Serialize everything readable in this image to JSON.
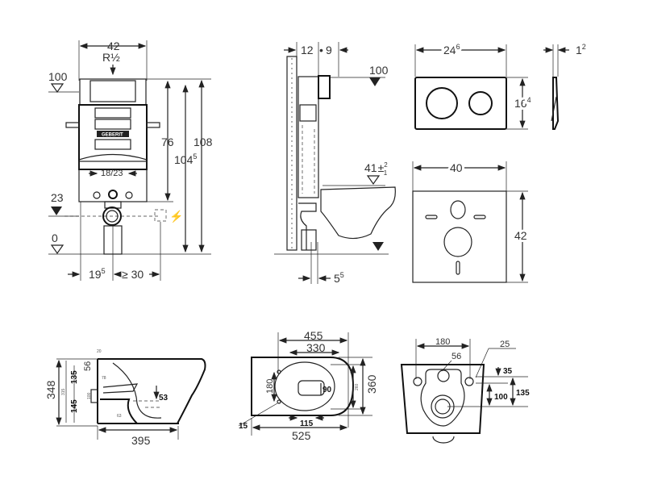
{
  "frame_front": {
    "width": "42",
    "thread": "R½",
    "level_100": "100",
    "height_76": "76",
    "height_104": "104",
    "height_104_sup": "5",
    "height_108": "108",
    "spacing": "18/23",
    "level_23": "23",
    "level_0": "0",
    "offset": "19",
    "offset_sup": "5",
    "min_distance": "≥ 30",
    "brand": "GEBERIT"
  },
  "frame_side": {
    "d12": "12",
    "d9": "9",
    "level_100": "100",
    "level_41": "41",
    "tol": "±",
    "tol_up": "2",
    "tol_dn": "1",
    "d5": "5",
    "d5_sup": "5"
  },
  "flush_plate": {
    "width": "24",
    "width_sup": "6",
    "height": "16",
    "height_sup": "4"
  },
  "plate_side": {
    "thickness": "1",
    "thickness_sup": "2"
  },
  "sound_pad": {
    "width": "40",
    "height": "42"
  },
  "bowl_side": {
    "total_height": "348",
    "h315": "315",
    "h135": "135",
    "h145": "145",
    "h56": "56",
    "d20": "20",
    "d78": "78",
    "d100": "100",
    "d63": "63",
    "d53": "53",
    "length": "395"
  },
  "bowl_top": {
    "w455": "455",
    "w330": "330",
    "h180": "180",
    "h90": "90",
    "h260": "260",
    "h360": "360",
    "d15": "15",
    "d115": "115",
    "length": "525"
  },
  "bowl_back": {
    "w180": "180",
    "d56": "56",
    "d25": "25",
    "d35": "35",
    "d100": "100",
    "d135": "135"
  }
}
